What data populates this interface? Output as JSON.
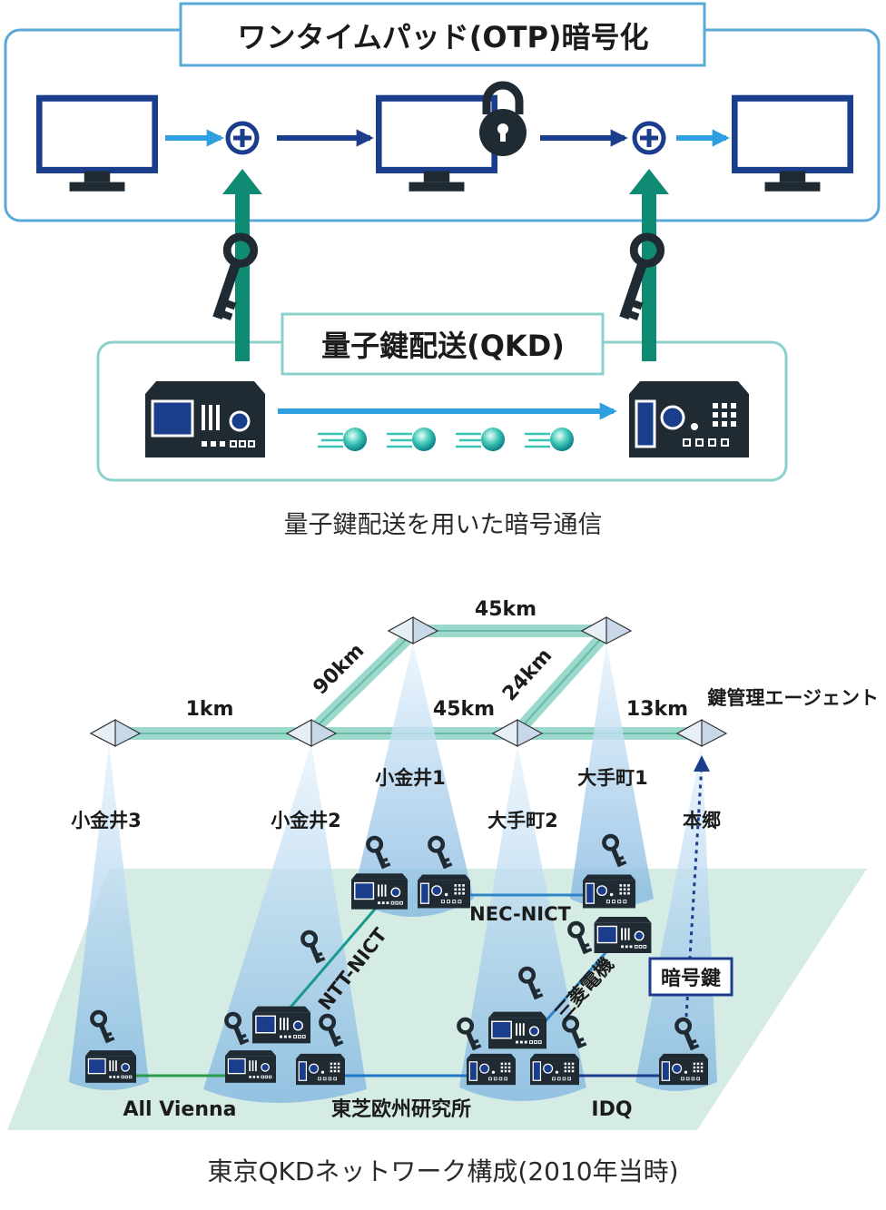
{
  "top": {
    "otp_title": "ワンタイムパッド(OTP)暗号化",
    "qkd_title": "量子鍵配送(QKD)",
    "caption": "量子鍵配送を用いた暗号通信"
  },
  "network": {
    "caption": "東京QKDネットワーク構成(2010年当時)",
    "distances": {
      "d_top": "45km",
      "d_diag_left": "90km",
      "d_diag_right": "24km",
      "d_left": "1km",
      "d_mid": "45km",
      "d_right": "13km"
    },
    "kma_label": "鍵管理エージェント",
    "nodes": {
      "koganei3": "小金井3",
      "koganei2": "小金井2",
      "koganei1": "小金井1",
      "otemachi2": "大手町2",
      "otemachi1": "大手町1",
      "hongo": "本郷"
    },
    "links": {
      "nec_nict": "NEC-NICT",
      "ntt_nict": "NTT-NICT",
      "mitsubishi": "三菱電機",
      "all_vienna": "All Vienna",
      "toshiba": "東芝欧州研究所",
      "idq": "IDQ"
    },
    "encrypt_key": "暗号鍵"
  },
  "colors": {
    "frame_blue": "#5aa8d8",
    "frame_teal": "#8cd0cc",
    "monitor_blue": "#1a3d8c",
    "arrow_light": "#2e9fe0",
    "arrow_dark": "#1a3d8c",
    "key_arrow": "#0f8a73",
    "device_dark": "#1f2a33",
    "fiber": "#9ad9cc",
    "floor": "#d5ece4"
  }
}
